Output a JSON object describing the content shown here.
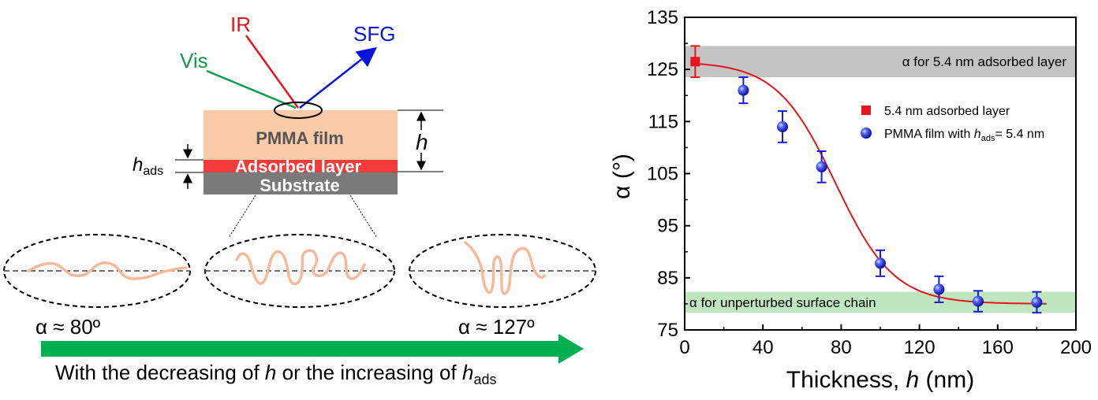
{
  "schematic": {
    "beam_labels": {
      "ir": "IR",
      "sfg": "SFG",
      "vis": "Vis"
    },
    "colors": {
      "ir": "#e8141b",
      "sfg": "#0a14d8",
      "vis": "#109a4e",
      "film": "#fbcaa8",
      "adsorbed": "#f23c3c",
      "substrate": "#7a7a7a",
      "chain": "#f7b99a",
      "arrow": "#00b050"
    },
    "layers": {
      "film": "PMMA film",
      "adsorbed": "Adsorbed layer",
      "substrate": "Substrate"
    },
    "h_label": "h",
    "hads_main": "h",
    "hads_sub": "ads",
    "alpha_left": "α ≈ 80º",
    "alpha_right": "α ≈ 127º",
    "caption": {
      "part1": "With the decreasing of ",
      "h": "h",
      "part2": " or the increasing of ",
      "h2": "h",
      "sub": "ads"
    }
  },
  "chart_data": {
    "type": "scatter",
    "xlabel_main": "Thickness, ",
    "xlabel_var": "h",
    "xlabel_unit": " (nm)",
    "ylabel": "α (°)",
    "xlim": [
      0,
      200
    ],
    "ylim": [
      75,
      135
    ],
    "xticks": [
      0,
      40,
      80,
      120,
      160,
      200
    ],
    "yticks": [
      75,
      85,
      95,
      105,
      115,
      125,
      135
    ],
    "bands": [
      {
        "y1": 123.5,
        "y2": 129.5,
        "color": "#c4c4c4",
        "label": "α  for 5.4 nm adsorbed layer"
      },
      {
        "y1": 78.3,
        "y2": 82.3,
        "color": "#bfe6be",
        "label": "α  for unperturbed  surface chain"
      }
    ],
    "series": [
      {
        "name": "5.4 nm adsorbed layer",
        "marker": "square",
        "color": "#e8141b",
        "x": [
          5.4
        ],
        "y": [
          126.5
        ],
        "err": [
          3.0
        ]
      },
      {
        "name": "PMMA film with h_ads= 5.4 nm",
        "marker": "sphere",
        "color": "#1a1adf",
        "x": [
          30,
          50,
          70,
          100,
          130,
          150,
          180
        ],
        "y": [
          121.0,
          114.0,
          106.3,
          87.8,
          82.8,
          80.5,
          80.3
        ],
        "err": [
          2.5,
          3.0,
          3.0,
          2.5,
          2.5,
          2.0,
          2.0
        ]
      }
    ],
    "fit": {
      "type": "sigmoid",
      "color": "#e8141b",
      "A1": 126.5,
      "A2": 80.0,
      "x0": 77,
      "dx": 15
    },
    "legend": {
      "item1": "5.4 nm adsorbed layer",
      "item2_pre": "PMMA film with ",
      "item2_var": "h",
      "item2_sub": "ads",
      "item2_post": "= 5.4 nm"
    }
  }
}
